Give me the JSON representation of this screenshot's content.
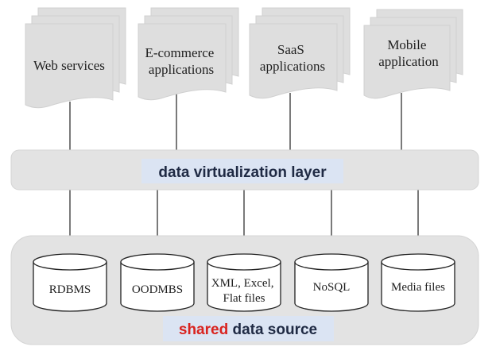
{
  "applications": [
    {
      "label_lines": [
        "Web services"
      ]
    },
    {
      "label_lines": [
        "E-commerce",
        "applications"
      ]
    },
    {
      "label_lines": [
        "SaaS",
        "applications"
      ]
    },
    {
      "label_lines": [
        "Mobile",
        "application"
      ]
    }
  ],
  "virtualization_layer": {
    "label": "data virtualization layer"
  },
  "data_sources": [
    {
      "label_lines": [
        "RDBMS"
      ]
    },
    {
      "label_lines": [
        "OODMBS"
      ]
    },
    {
      "label_lines": [
        "XML, Excel,",
        "Flat files"
      ]
    },
    {
      "label_lines": [
        "NoSQL"
      ]
    },
    {
      "label_lines": [
        "Media files"
      ]
    }
  ],
  "shared_source": {
    "highlight": "shared",
    "rest": " data source"
  },
  "colors": {
    "document_fill": "#dedede",
    "document_stroke": "#d0d0d0",
    "band_fill": "#e3e3e3",
    "label_box": "#dbe4f3",
    "highlight_red": "#d9231f",
    "connector": "#222222"
  }
}
